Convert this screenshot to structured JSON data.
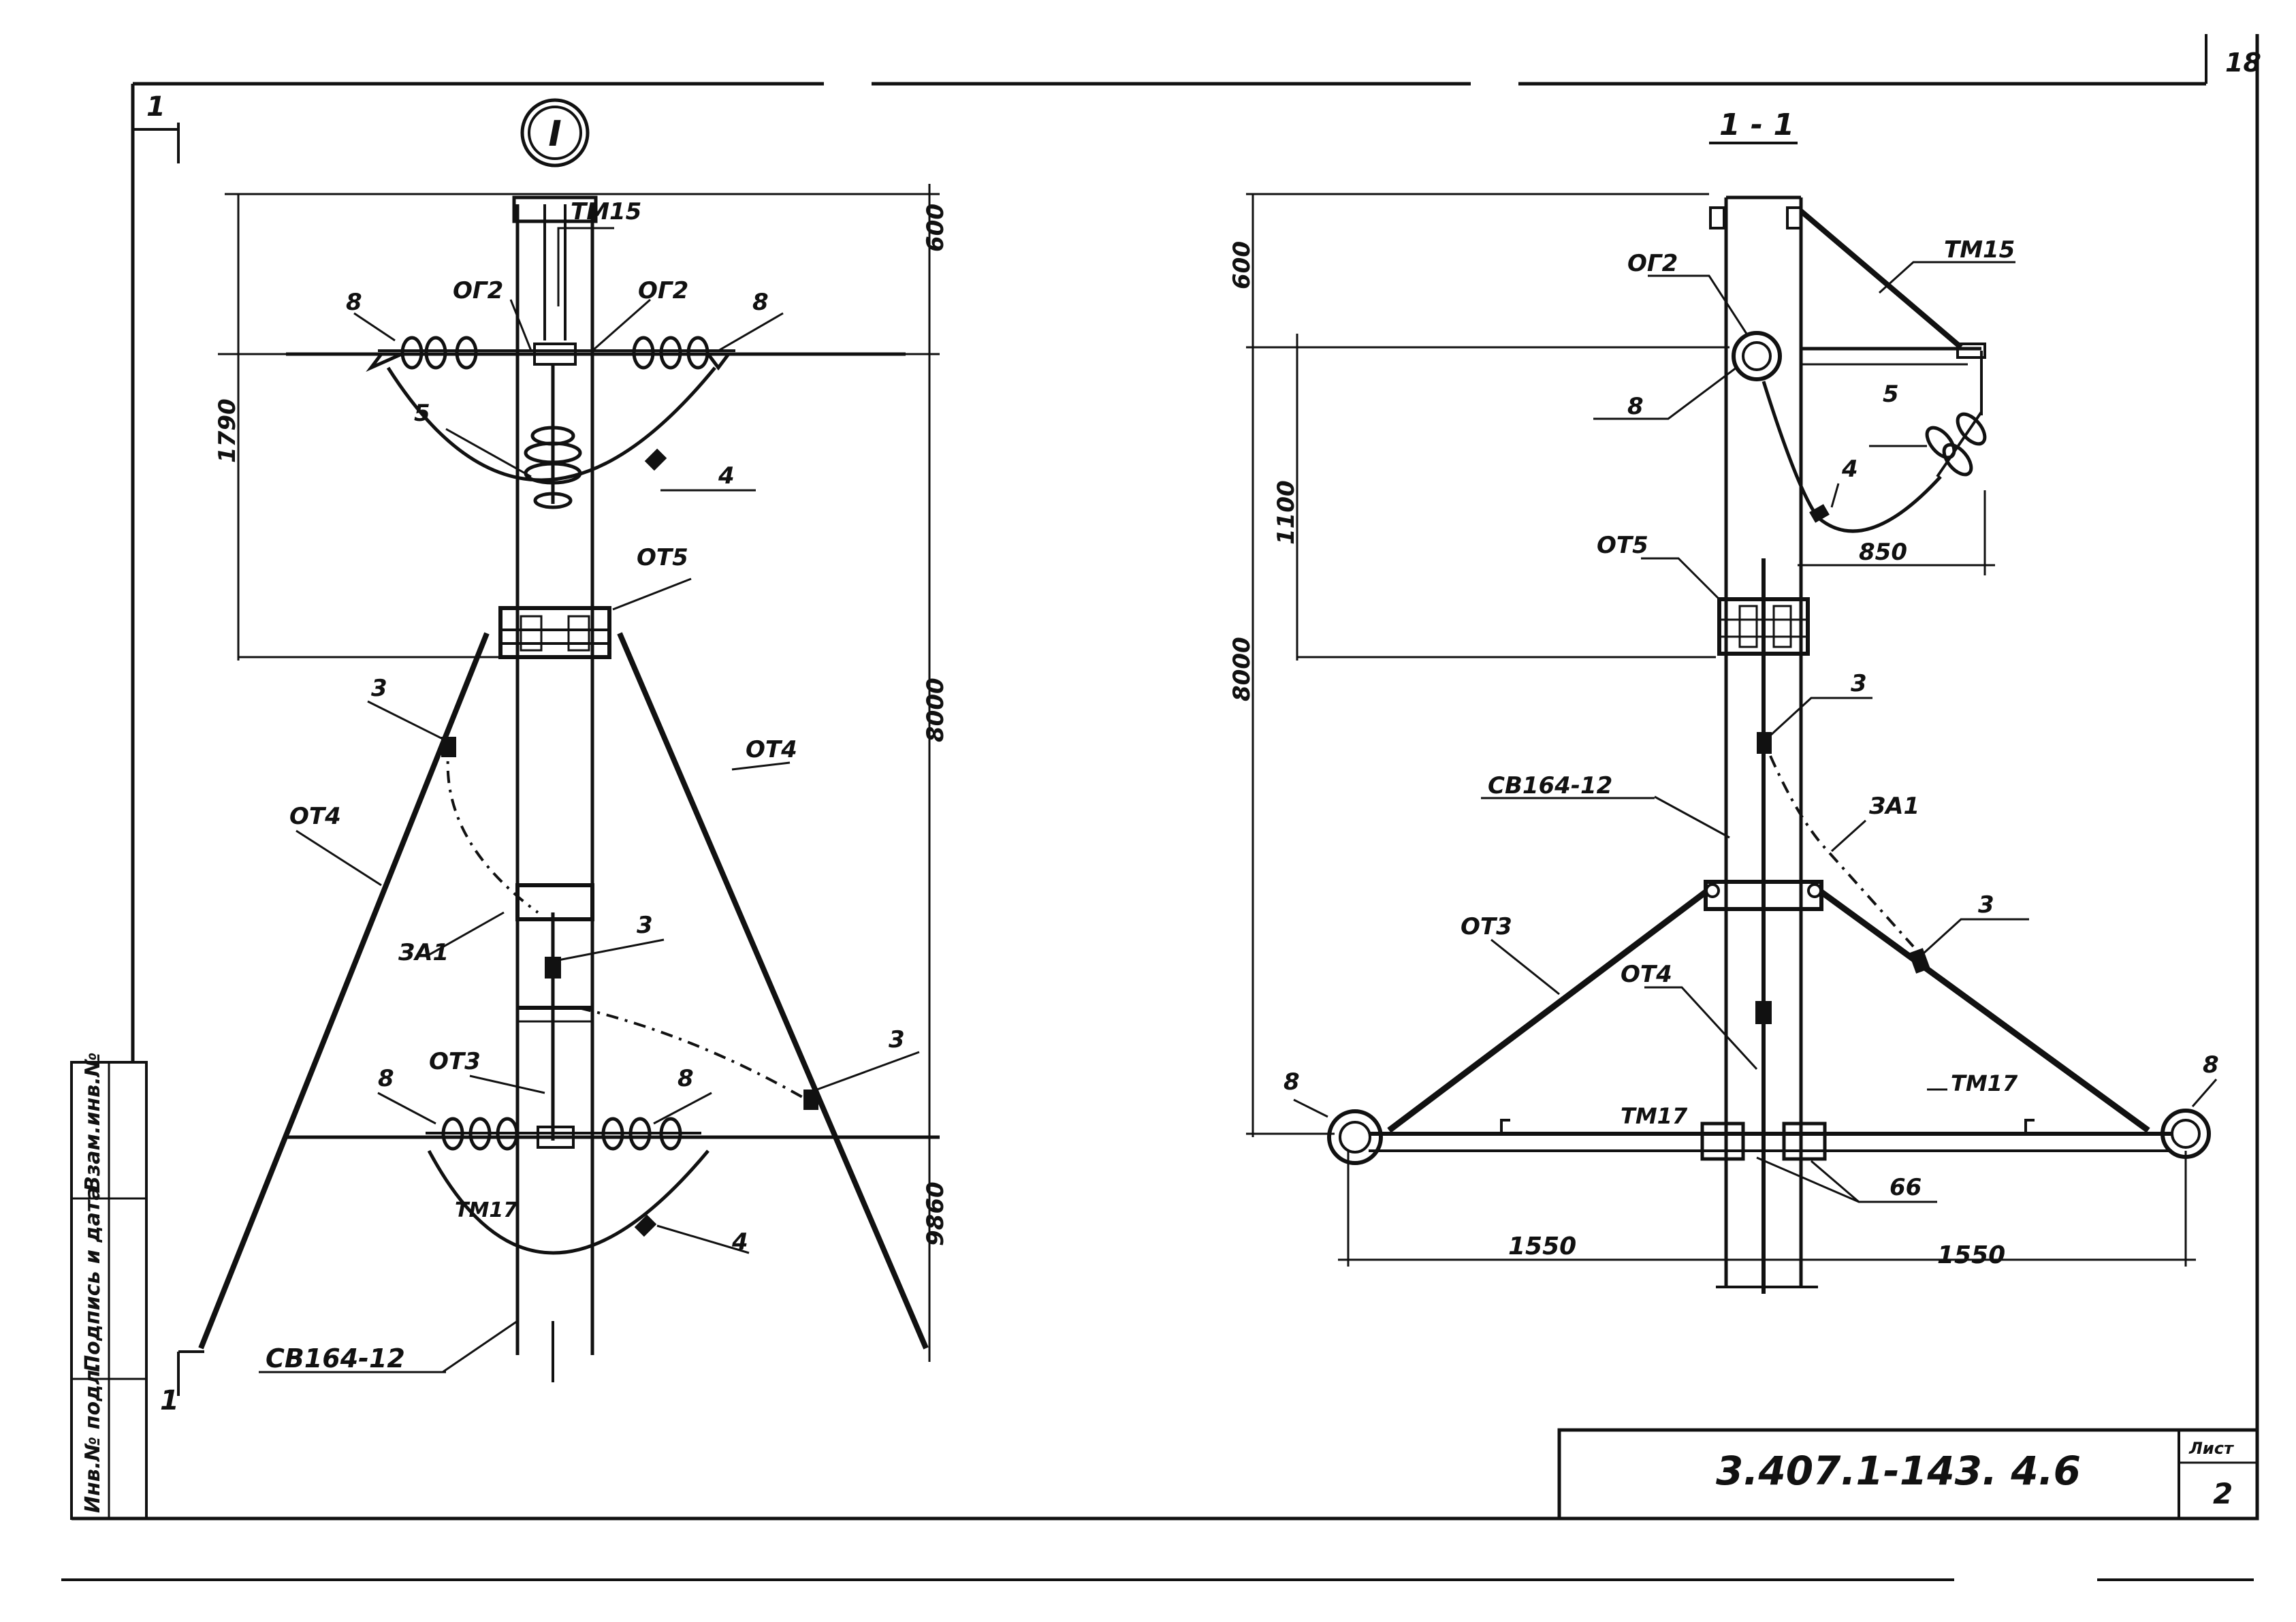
{
  "sheet": {
    "page_number": "18",
    "document_code": "3.407.1-143. 4.6",
    "sheet_label": "Лист",
    "sheet_number": "2"
  },
  "side_stamp": {
    "cells": [
      "Взам.инв.№",
      "Подпись и дата",
      "Инв.№ подл."
    ]
  },
  "left_view": {
    "view_marker": "I",
    "section_mark": "1",
    "dimensions": {
      "d_top": "600",
      "d_upper": "1790",
      "d_middle": "8000",
      "d_lower": "9860"
    },
    "labels": {
      "tm15": "ТМ15",
      "og2_left": "ОГ2",
      "og2_right": "ОГ2",
      "n8_ul": "8",
      "n8_ur": "8",
      "n5": "5",
      "n4_upper": "4",
      "ot5": "ОТ5",
      "n3_left": "3",
      "ot4_right": "ОТ4",
      "ot4_left": "ОТ4",
      "za1": "ЗА1",
      "n3_mid": "3",
      "ot3": "ОТ3",
      "n3_right": "3",
      "n8_ll": "8",
      "n8_lr": "8",
      "tm17": "ТМ17",
      "n4_lower": "4",
      "pole": "СВ164-12"
    }
  },
  "right_view": {
    "section_title": "1 - 1",
    "dimensions": {
      "d_top": "600",
      "d_1100": "1100",
      "d_8000": "8000",
      "d_850": "850",
      "d_span_left": "1550",
      "d_span_right": "1550"
    },
    "labels": {
      "tm15": "ТМ15",
      "og2": "ОГ2",
      "n8_top": "8",
      "n5": "5",
      "n4": "4",
      "ot5": "ОТ5",
      "n3_upper": "3",
      "pole": "СВ164-12",
      "za1": "ЗА1",
      "ot3": "ОТ3",
      "n3_lower": "3",
      "ot4": "ОТ4",
      "n8_left": "8",
      "n8_right": "8",
      "tm17_left": "ТМ17",
      "tm17_right": "ТМ17",
      "n66": "66"
    }
  }
}
